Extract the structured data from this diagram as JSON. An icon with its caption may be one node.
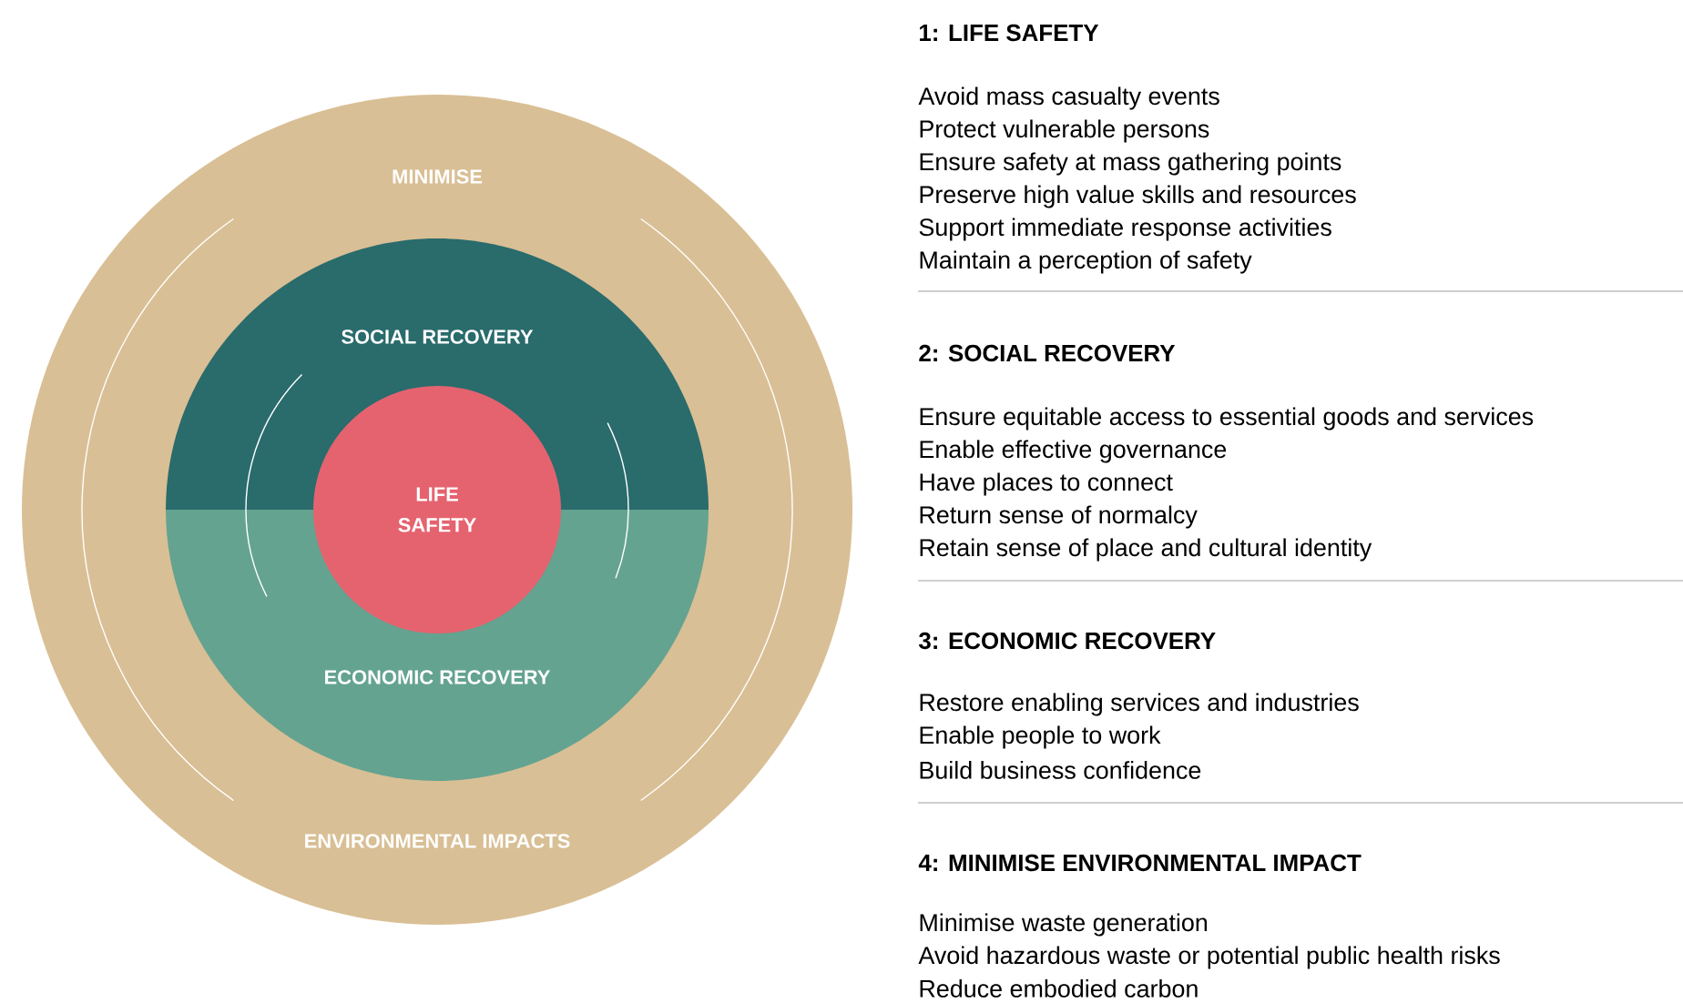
{
  "diagram": {
    "nodes": [
      {
        "text": [
          "MINIMISE",
          "ENVIRONMENTAL IMPACTS"
        ]
      },
      {
        "text": [
          "SOCIAL RECOVERY"
        ],
        "in": 0
      },
      {
        "text": [
          "ECONOMIC RECOVERY"
        ],
        "in": 0
      },
      {
        "text": [
          "LIFE SAFETY"
        ],
        "in": 0
      }
    ],
    "labels": [
      "1: LIFE SAFETY",
      "Avoid mass casualty events",
      "Protect vulnerable persons",
      "Ensure safety at mass gathering points",
      "Preserve high value skills and resources",
      "Support immediate response activities",
      "Maintain a perception of safety",
      "2: SOCIAL RECOVERY",
      "Ensure equitable access to essential goods and services",
      "Enable effective governance",
      "Have places to connect",
      "Return sense of normalcy",
      "Retain sense of place and cultural identity",
      "3: ECONOMIC RECOVERY",
      "Restore enabling services and industries",
      "Enable people to work",
      "Build business confidence",
      "4: MINIMISE ENVIRONMENTAL IMPACT",
      "Minimise waste generation",
      "Avoid hazardous waste or potential public health risks",
      "Reduce embodied carbon"
    ]
  }
}
